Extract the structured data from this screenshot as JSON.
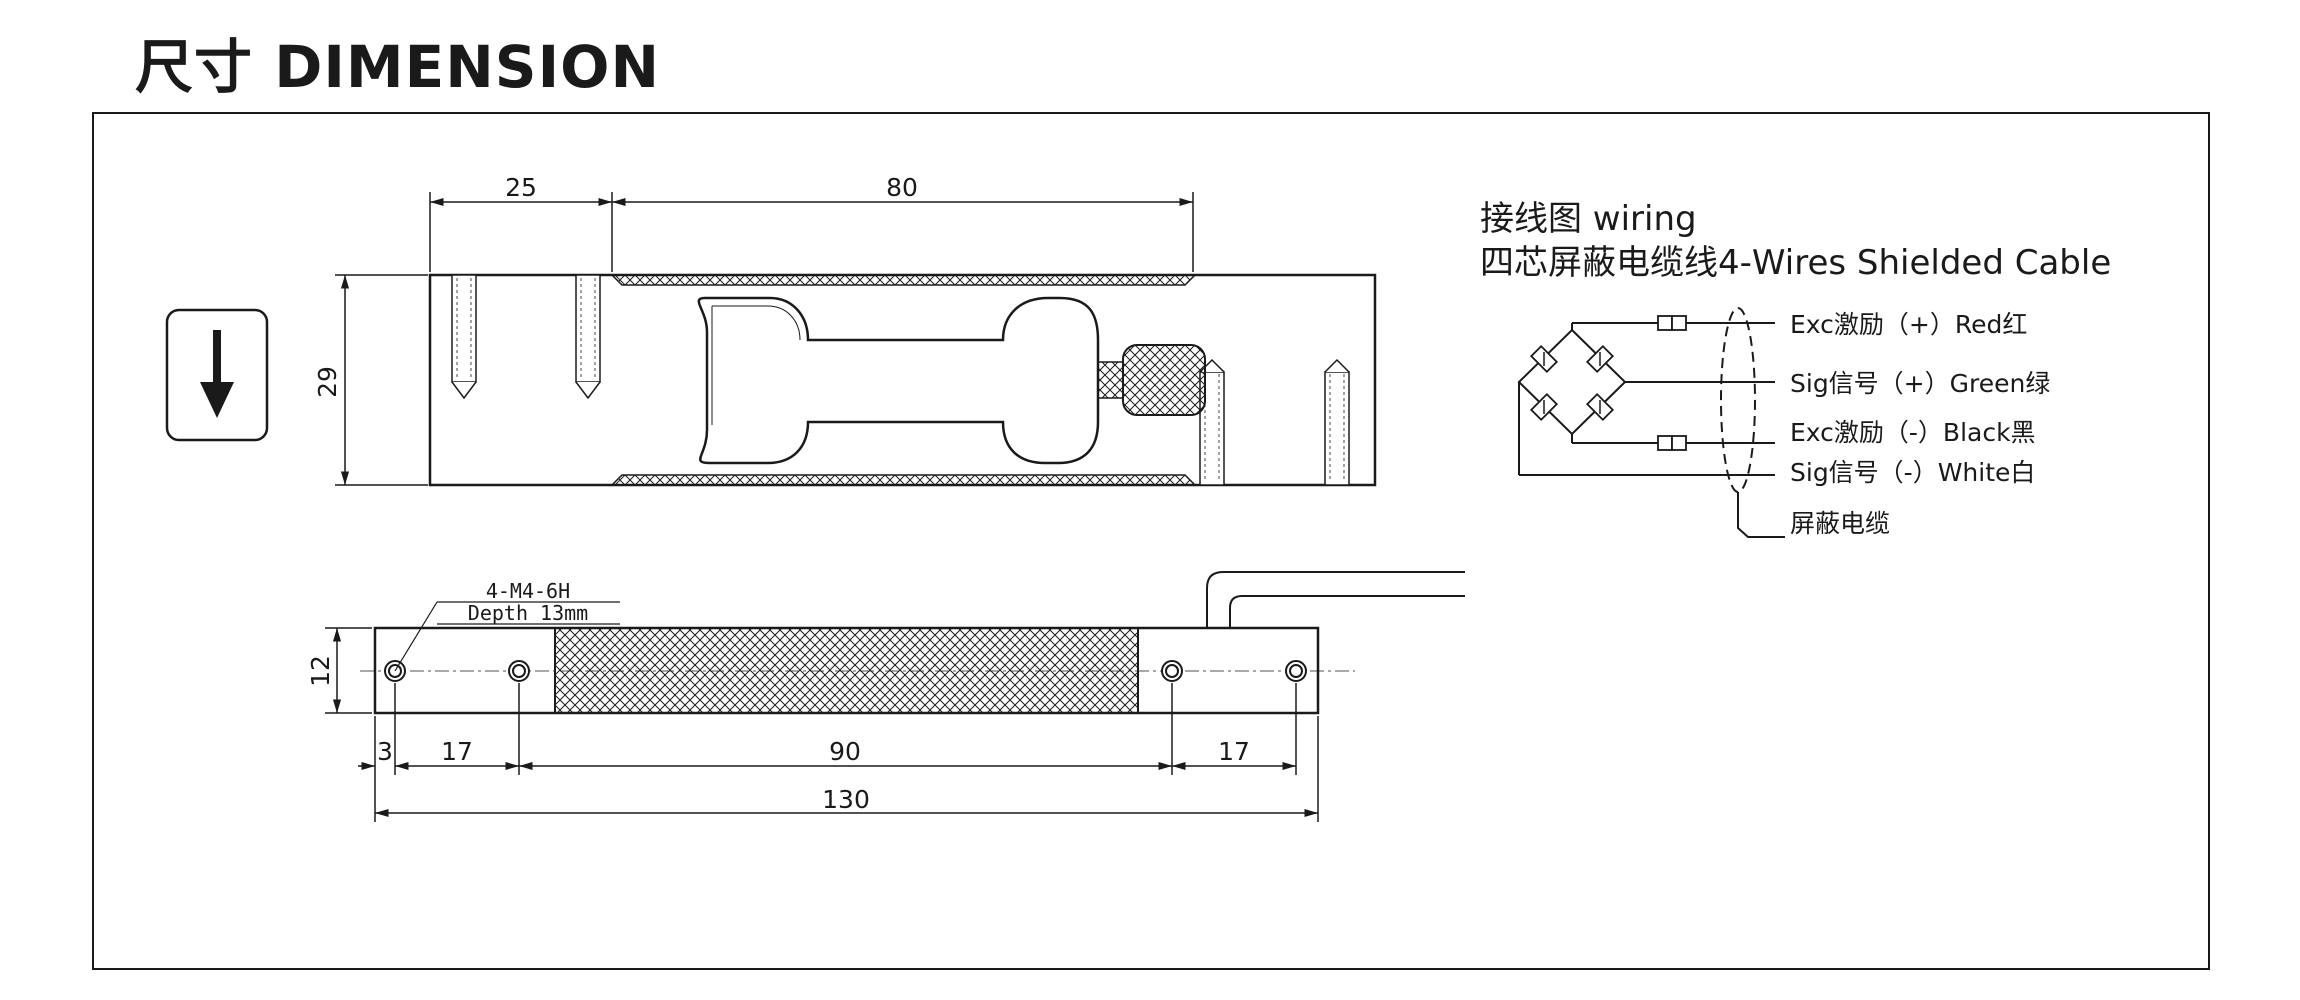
{
  "title": "尺寸 DIMENSION",
  "load_direction_icon": "arrow-down-icon",
  "side_view": {
    "dim_top_left": "25",
    "dim_top_right": "80",
    "dim_height": "29"
  },
  "bottom_view": {
    "thread_note_line1": "4-M4-6H",
    "thread_note_line2": "Depth 13mm",
    "dim_height": "12",
    "dim_edge": "3",
    "dim_left_pitch": "17",
    "dim_middle": "90",
    "dim_right_pitch": "17",
    "dim_total": "130"
  },
  "wiring": {
    "title_line1": "接线图 wiring",
    "title_line2": "四芯屏蔽电缆线4-Wires Shielded Cable",
    "exc_plus": "Exc激励（+）Red红",
    "sig_plus": "Sig信号（+）Green绿",
    "exc_minus": "Exc激励（-）Black黑",
    "sig_minus": "Sig信号（-）White白",
    "shield": "屏蔽电缆"
  }
}
